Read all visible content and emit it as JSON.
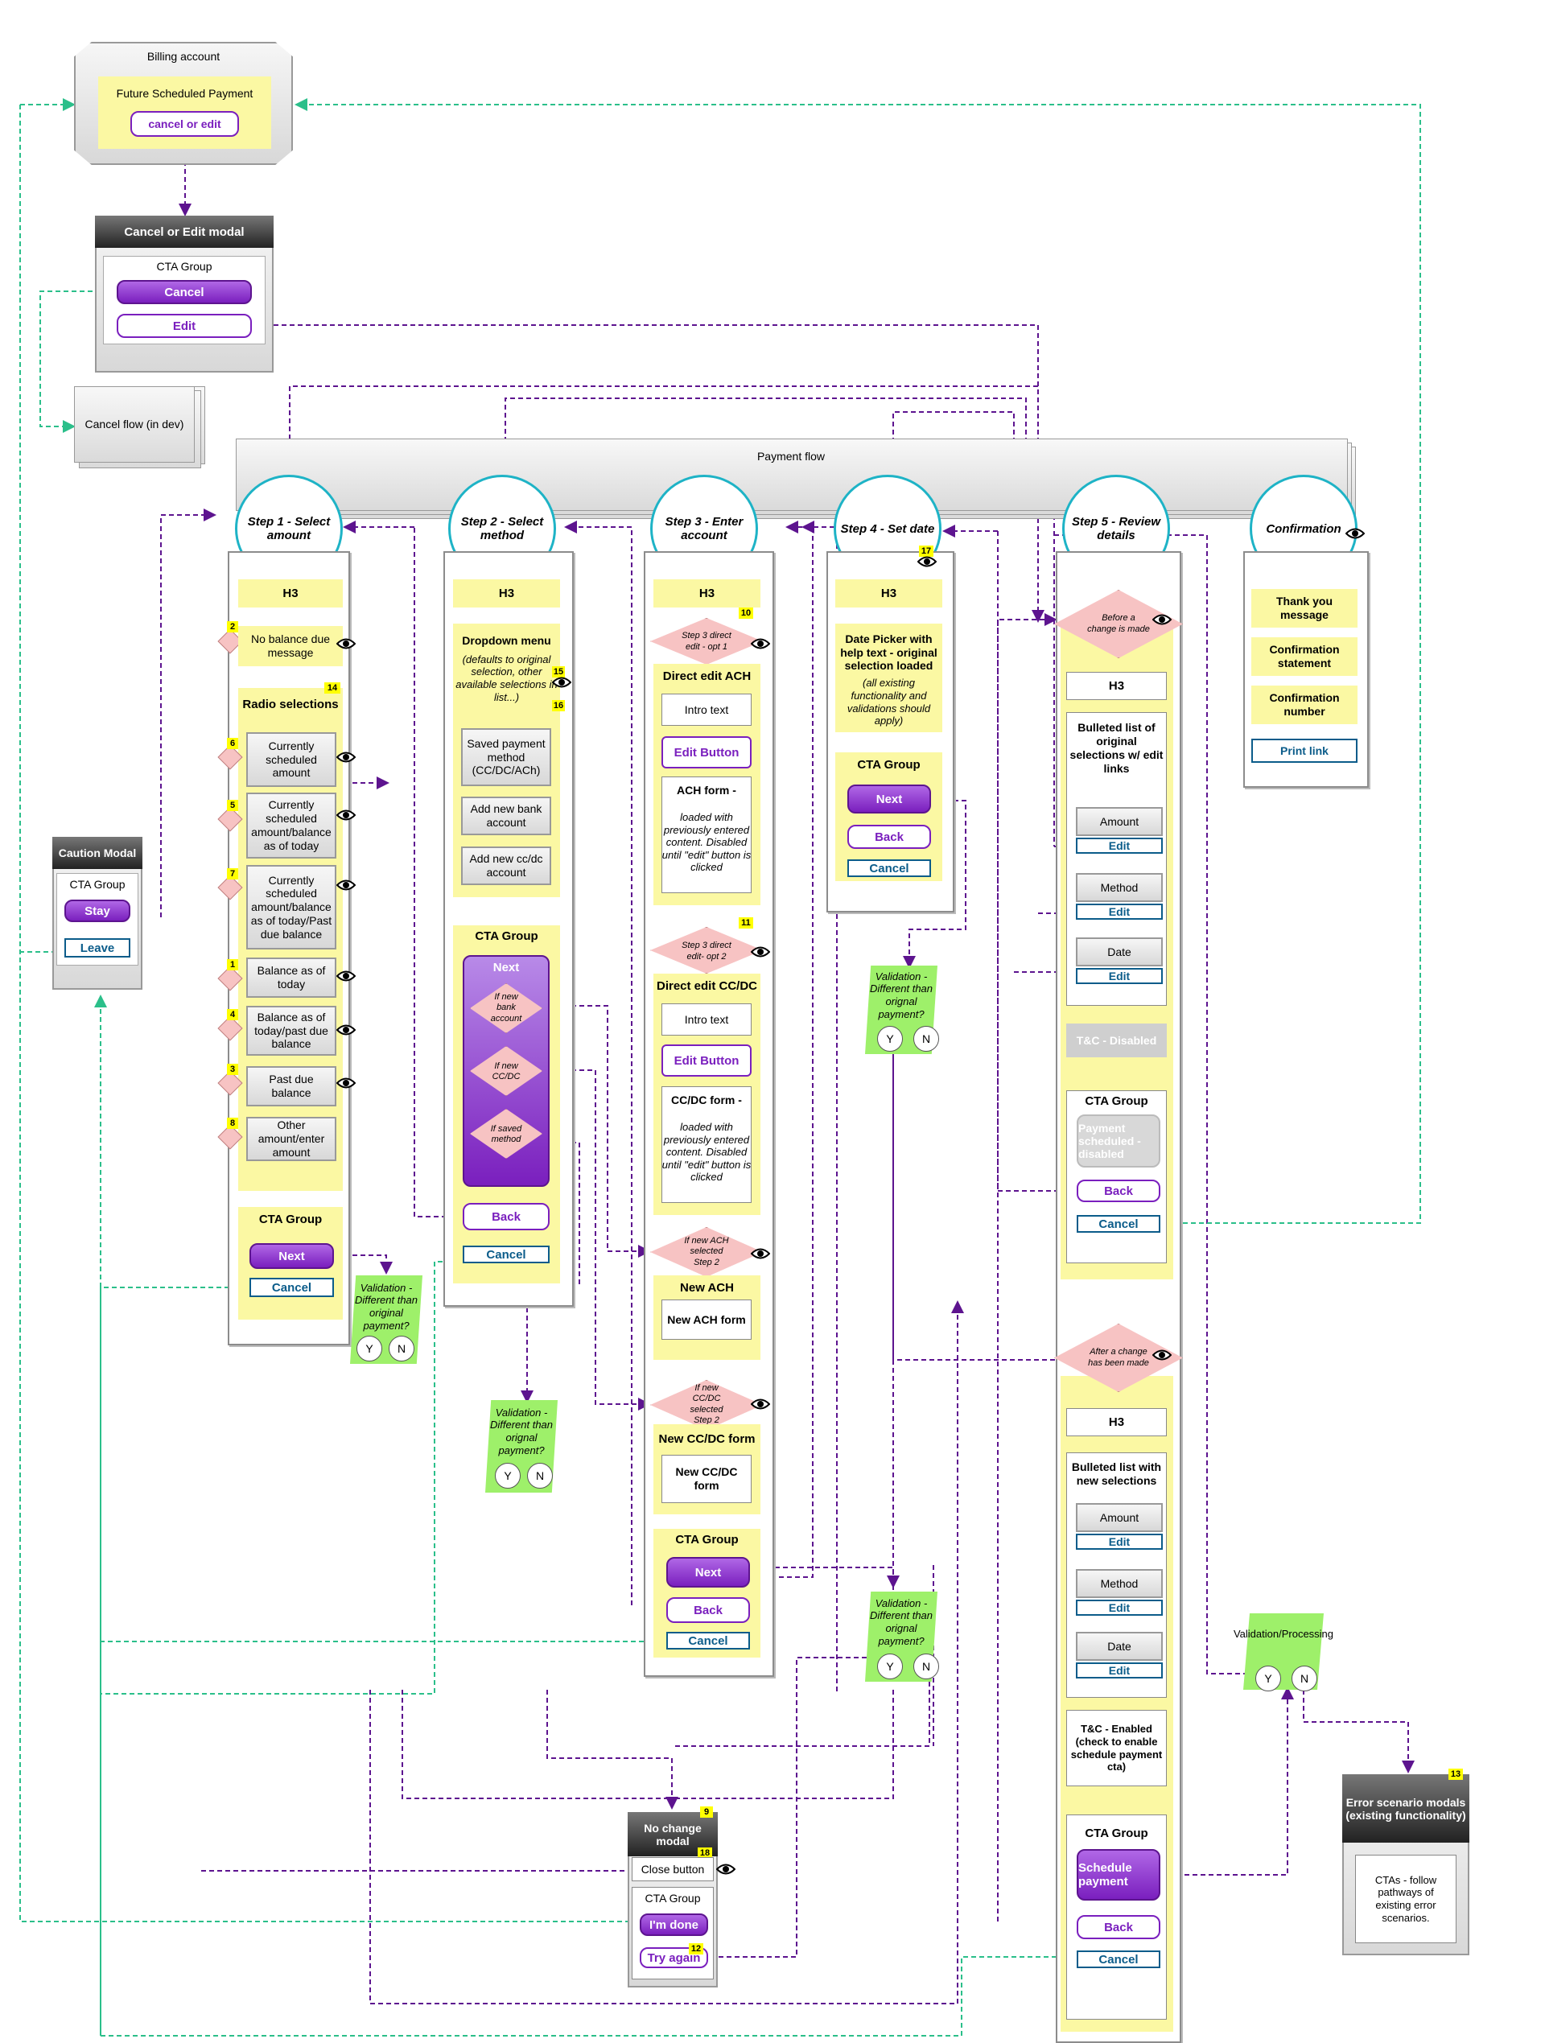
{
  "billing": {
    "title": "Billing account",
    "future": "Future Scheduled Payment",
    "cta": "cancel or edit"
  },
  "cancel_modal": {
    "title": "Cancel or Edit modal",
    "group": "CTA Group",
    "cancel": "Cancel",
    "edit": "Edit"
  },
  "cancel_flow": "Cancel flow (in dev)",
  "payment_flow": "Payment flow",
  "caution": {
    "title": "Caution Modal",
    "group": "CTA Group",
    "stay": "Stay",
    "leave": "Leave"
  },
  "steps": [
    "Step 1 - Select amount",
    "Step 2 - Select method",
    "Step 3 - Enter account",
    "Step 4 - Set date",
    "Step 5 - Review details",
    "Confirmation"
  ],
  "col1": {
    "h3": "H3",
    "nobal": "No balance due message",
    "radio": "Radio selections",
    "opts": [
      "Currently scheduled amount",
      "Currently scheduled amount/balance as of today",
      "Currently scheduled amount/balance as of today/Past due balance",
      "Balance as of today",
      "Balance as of today/past due balance",
      "Past due balance",
      "Other amount/enter amount"
    ],
    "nums": [
      "2",
      "14",
      "6",
      "5",
      "7",
      "1",
      "4",
      "3",
      "8"
    ],
    "group": "CTA Group",
    "next": "Next",
    "cancel": "Cancel"
  },
  "col2": {
    "h3": "H3",
    "dropdown_title": "Dropdown menu",
    "dropdown_note": "(defaults to original selection, other available selections in list...)",
    "n15": "15",
    "n16": "16",
    "opts": [
      "Saved payment method (CC/DC/ACh)",
      "Add new bank account",
      "Add new cc/dc account"
    ],
    "group": "CTA Group",
    "next": "Next",
    "d1": "If new bank account",
    "d2": "If new CC/DC",
    "d3": "If saved method",
    "back": "Back",
    "cancel": "Cancel"
  },
  "col3": {
    "h3": "H3",
    "n10": "10",
    "d1": "Step 3 direct edit - opt 1",
    "ach_title": "Direct edit ACH",
    "intro": "Intro text",
    "edit_btn": "Edit Button",
    "ach_form_title": "ACH form -",
    "ach_form_note": "loaded with previously entered content. Disabled until \"edit\" button is clicked",
    "n11": "11",
    "d2": "Step 3 direct edit- opt 2",
    "ccdc_title": "Direct edit CC/DC",
    "intro2": "Intro text",
    "edit_btn2": "Edit Button",
    "ccdc_form_title": "CC/DC form -",
    "ccdc_form_note": "loaded with previously entered content. Disabled until \"edit\" button is clicked",
    "d3": "If new ACH selected Step 2",
    "new_ach": "New ACH",
    "new_ach_form": "New ACH form",
    "d4": "If new CC/DC selected Step 2",
    "new_ccdc": "New CC/DC form",
    "new_ccdc_form": "New CC/DC form",
    "group": "CTA Group",
    "next": "Next",
    "back": "Back",
    "cancel": "Cancel"
  },
  "col4": {
    "h3": "H3",
    "n17": "17",
    "picker_title": "Date Picker with help text - original selection loaded",
    "picker_note": "(all existing functionality and validations should apply)",
    "group": "CTA Group",
    "next": "Next",
    "back": "Back",
    "cancel": "Cancel"
  },
  "col5": {
    "d1": "Before a change is made",
    "h3": "H3",
    "list": "Bulleted list of original selections w/ edit links",
    "items": [
      "Amount",
      "Method",
      "Date"
    ],
    "edit": "Edit",
    "tc_dis": "T&C - Disabled",
    "group": "CTA Group",
    "sched_dis": "Payment scheduled - disabled",
    "back": "Back",
    "cancel": "Cancel",
    "d2": "After a change has been made",
    "h3b": "H3",
    "list2": "Bulleted list with new selections",
    "items2": [
      "Amount",
      "Method",
      "Date"
    ],
    "tc_en": "T&C - Enabled (check to enable schedule payment cta)",
    "group2": "CTA Group",
    "sched": "Schedule payment",
    "back2": "Back",
    "cancel2": "Cancel"
  },
  "col6": {
    "thanks": "Thank you message",
    "statement": "Confirmation statement",
    "number": "Confirmation number",
    "print": "Print link"
  },
  "validations": {
    "v1": "Validation - Different than original payment?",
    "v2": "Validation - Different than orignal payment?",
    "v3": "Validation - Different than orignal payment?",
    "v4": "Validation - Different than orignal payment?",
    "v5": "Validation/Processing",
    "y": "Y",
    "n": "N"
  },
  "nochange": {
    "n9": "9",
    "title": "No change modal",
    "n18": "18",
    "close": "Close button",
    "group": "CTA Group",
    "done": "I'm done",
    "n12": "12",
    "try": "Try again"
  },
  "error": {
    "n13": "13",
    "title": "Error scenario modals (existing functionality)",
    "body": "CTAs - follow pathways of existing error scenarios."
  },
  "colors": {
    "purple": "#7a1fbe",
    "teal": "#1eb3c6",
    "green": "#2bbf8a",
    "yellow": "#fbf8a3"
  }
}
